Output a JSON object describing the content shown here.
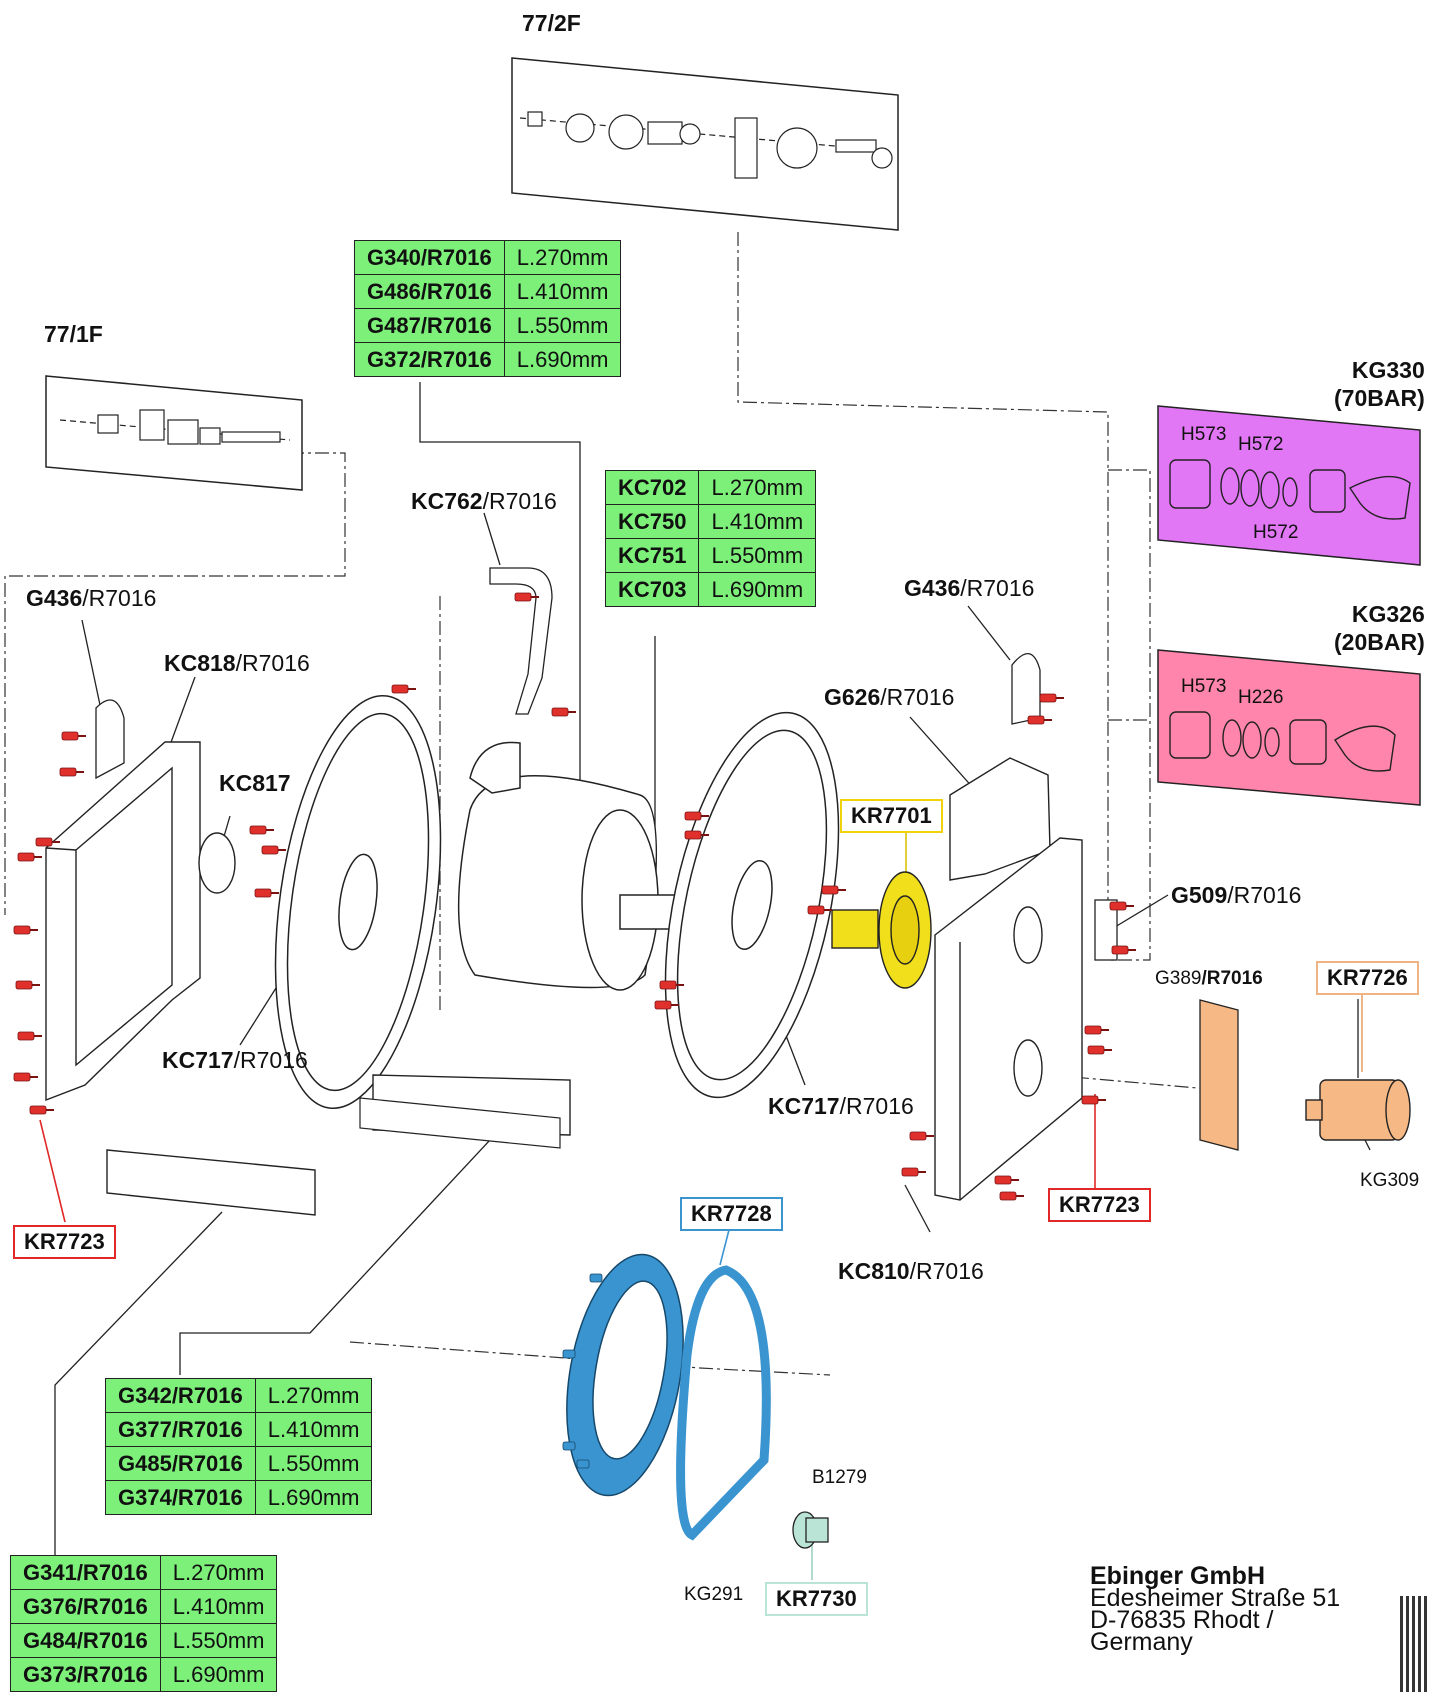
{
  "header": {
    "assembly_top": "77/2F",
    "assembly_left": "77/1F"
  },
  "tables": {
    "frame_bar": [
      {
        "code": "G340/R7016",
        "len": "L.270mm"
      },
      {
        "code": "G486/R7016",
        "len": "L.410mm"
      },
      {
        "code": "G487/R7016",
        "len": "L.550mm"
      },
      {
        "code": "G372/R7016",
        "len": "L.690mm"
      }
    ],
    "drum": [
      {
        "code": "KC702",
        "len": "L.270mm"
      },
      {
        "code": "KC750",
        "len": "L.410mm"
      },
      {
        "code": "KC751",
        "len": "L.550mm"
      },
      {
        "code": "KC703",
        "len": "L.690mm"
      }
    ],
    "base_front": [
      {
        "code": "G342/R7016",
        "len": "L.270mm"
      },
      {
        "code": "G377/R7016",
        "len": "L.410mm"
      },
      {
        "code": "G485/R7016",
        "len": "L.550mm"
      },
      {
        "code": "G374/R7016",
        "len": "L.690mm"
      }
    ],
    "base_rear": [
      {
        "code": "G341/R7016",
        "len": "L.270mm"
      },
      {
        "code": "G376/R7016",
        "len": "L.410mm"
      },
      {
        "code": "G484/R7016",
        "len": "L.550mm"
      },
      {
        "code": "G373/R7016",
        "len": "L.690mm"
      }
    ]
  },
  "labels": {
    "kc762": {
      "code": "KC762",
      "suffix": "/R7016"
    },
    "g436_left": {
      "code": "G436",
      "suffix": "/R7016"
    },
    "kc818": {
      "code": "KC818",
      "suffix": "/R7016"
    },
    "kc817": {
      "code": "KC817",
      "suffix": ""
    },
    "kc717_left": {
      "code": "KC717",
      "suffix": "/R7016"
    },
    "kc717_right": {
      "code": "KC717",
      "suffix": "/R7016"
    },
    "g436_right": {
      "code": "G436",
      "suffix": "/R7016"
    },
    "g626": {
      "code": "G626",
      "suffix": "/R7016"
    },
    "g509": {
      "code": "G509",
      "suffix": "/R7016"
    },
    "kc810": {
      "code": "KC810",
      "suffix": "/R7016"
    },
    "g389": {
      "code": "G389",
      "suffix": "/R7016"
    },
    "kg330": {
      "line1": "KG330",
      "line2": "(70BAR)"
    },
    "kg326": {
      "line1": "KG326",
      "line2": "(20BAR)"
    },
    "h573_a": "H573",
    "h572_a": "H572",
    "h572_b": "H572",
    "h573_b": "H573",
    "h226": "H226",
    "kg309": "KG309",
    "kg291": "KG291",
    "b1279": "B1279"
  },
  "boxed": {
    "kr7701": "KR7701",
    "kr7726": "KR7726",
    "kr7723_right": "KR7723",
    "kr7723_left": "KR7723",
    "kr7728": "KR7728",
    "kr7730": "KR7730"
  },
  "company": {
    "name": "Ebinger GmbH",
    "street": "Edesheimer Straße 51",
    "city": "D-76835 Rhodt /",
    "country": "Germany"
  },
  "colors": {
    "table_green": "#7df07a",
    "kg330_fill": "#e277f6",
    "kg326_fill": "#ff85ad",
    "kr7701": "#f0df1a",
    "kr7726": "#f6b884",
    "kr7723": "#e02828",
    "kr7728": "#3a94d0",
    "kr7730": "#b9e4d6",
    "bolt_red": "#e0302c"
  }
}
